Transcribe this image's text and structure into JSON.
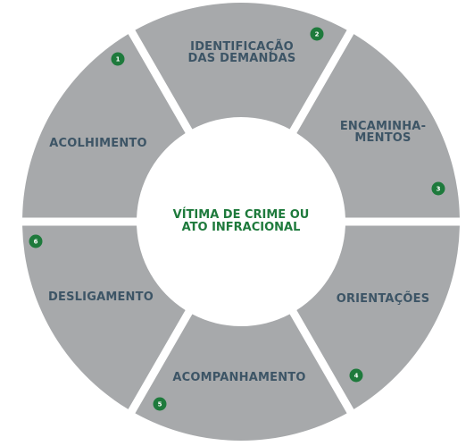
{
  "center": {
    "line1": "VÍTIMA DE CRIME OU",
    "line2": "ATO INFRACIONAL"
  },
  "segments": [
    {
      "number": "1",
      "lines": [
        "ACOLHIMENTO"
      ]
    },
    {
      "number": "2",
      "lines": [
        "IDENTIFICAÇÃO",
        "DAS DEMANDAS"
      ]
    },
    {
      "number": "3",
      "lines": [
        "ENCAMINHA-",
        "MENTOS"
      ]
    },
    {
      "number": "4",
      "lines": [
        "ORIENTAÇÕES"
      ]
    },
    {
      "number": "5",
      "lines": [
        "ACOMPANHAMENTO"
      ]
    },
    {
      "number": "6",
      "lines": [
        "DESLIGAMENTO"
      ]
    }
  ],
  "colors": {
    "segment_fill": "#a7a9ab",
    "label_text": "#3d5566",
    "center_text": "#1e7a3c",
    "badge": "#1e7a3c"
  }
}
